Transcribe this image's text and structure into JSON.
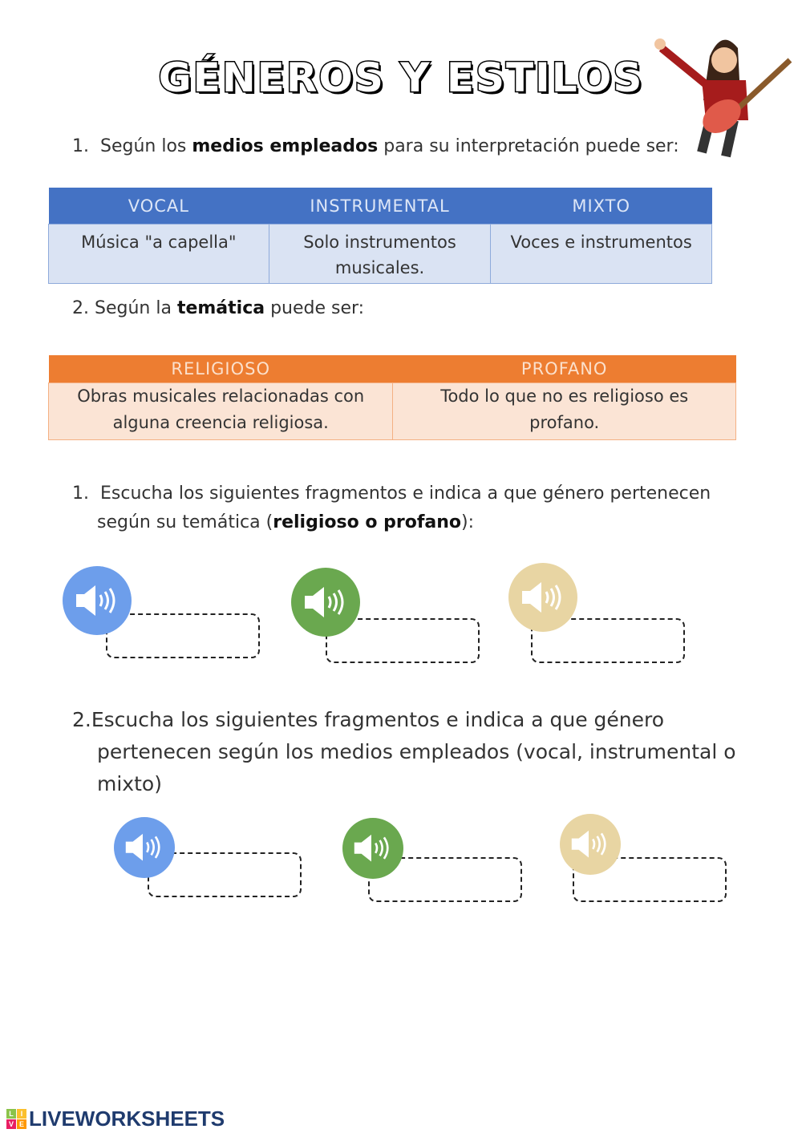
{
  "title": "GÉNEROS Y ESTILOS",
  "q1": {
    "num": "1.",
    "pre": "Según los ",
    "bold": "medios empleados",
    "post": " para su interpretación puede ser:"
  },
  "table1": {
    "headers": [
      "VOCAL",
      "INSTRUMENTAL",
      "MIXTO"
    ],
    "cells": [
      "Música \"a capella\"",
      "Solo instrumentos musicales.",
      "Voces e instrumentos"
    ],
    "header_color": "#4472c4",
    "body_color": "#dae3f3"
  },
  "q2": {
    "num": "2.",
    "pre": "Según la ",
    "bold": "temática",
    "post": " puede ser:"
  },
  "table2": {
    "headers": [
      "RELIGIOSO",
      "PROFANO"
    ],
    "cells": [
      "Obras musicales relacionadas con alguna creencia religiosa.",
      "Todo lo que no es religioso es profano."
    ],
    "header_color": "#ed7d31",
    "body_color": "#fbe4d5"
  },
  "ex1": {
    "num": "1.",
    "line1": "Escucha los siguientes fragmentos e indica a que género pertenecen",
    "line2_pre": "según su temática (",
    "line2_bold": "religioso o profano",
    "line2_post": "):"
  },
  "ex2": {
    "num": "2.",
    "line1": "Escucha los siguientes fragmentos e indica a que género",
    "line2": "pertenecen según los medios empleados (vocal, instrumental o",
    "line3": "mixto)"
  },
  "audio_colors": [
    "#6d9eeb",
    "#6aa84f",
    "#e8d5a3"
  ],
  "audio_icon": "speaker-icon",
  "logo": {
    "text": "LIVEWORKSHEETS",
    "badge": [
      "L",
      "I",
      "V",
      "E"
    ]
  }
}
